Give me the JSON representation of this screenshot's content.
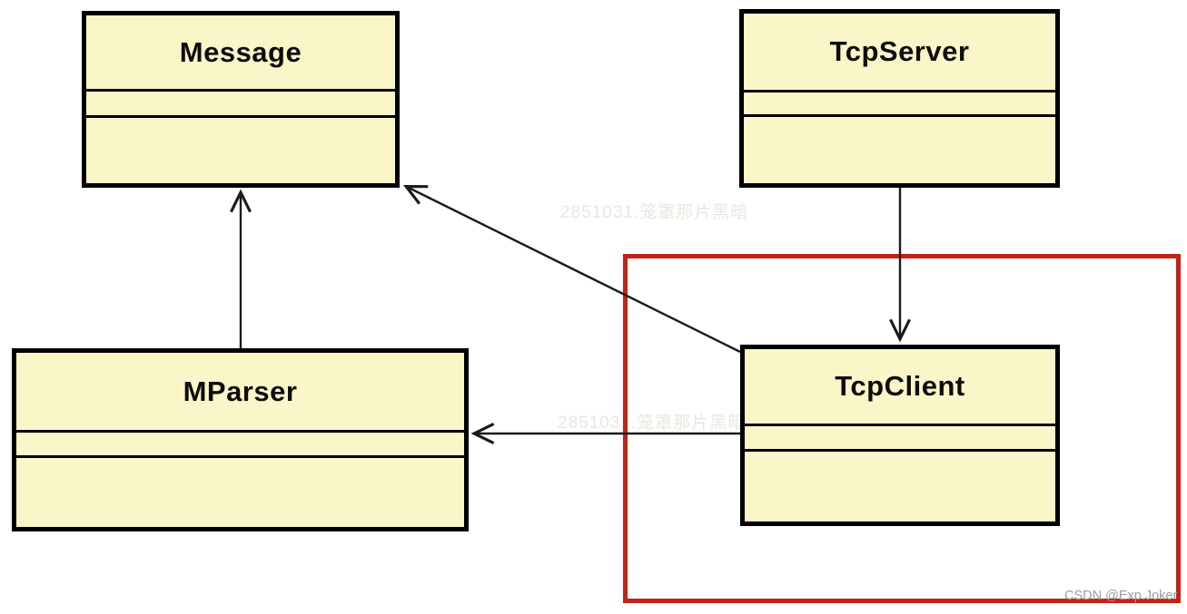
{
  "diagram": {
    "type": "uml-class-diagram",
    "classes": [
      {
        "name": "Message",
        "attributes": [],
        "methods": []
      },
      {
        "name": "TcpServer",
        "attributes": [],
        "methods": []
      },
      {
        "name": "MParser",
        "attributes": [],
        "methods": []
      },
      {
        "name": "TcpClient",
        "attributes": [],
        "methods": []
      }
    ],
    "relations": [
      {
        "from": "MParser",
        "to": "Message",
        "style": "open-arrow"
      },
      {
        "from": "TcpClient",
        "to": "Message",
        "style": "open-arrow"
      },
      {
        "from": "TcpServer",
        "to": "TcpClient",
        "style": "open-arrow"
      },
      {
        "from": "TcpClient",
        "to": "MParser",
        "style": "open-arrow"
      }
    ],
    "annotation": {
      "highlight": "red rectangle around TcpClient region"
    }
  },
  "watermarks": {
    "faint_text": "2851031.笼罩那片黑暗",
    "csdn": "CSDN @Exp.Joker"
  },
  "colors": {
    "background": "#FFFFFF",
    "box_fill": "#FBF6C7",
    "box_border": "#000000",
    "arrow": "#1A1A1A",
    "highlight_red": "#C22317",
    "watermark_faint": "#E9E7DF",
    "watermark_csdn": "#9B9B9B"
  }
}
